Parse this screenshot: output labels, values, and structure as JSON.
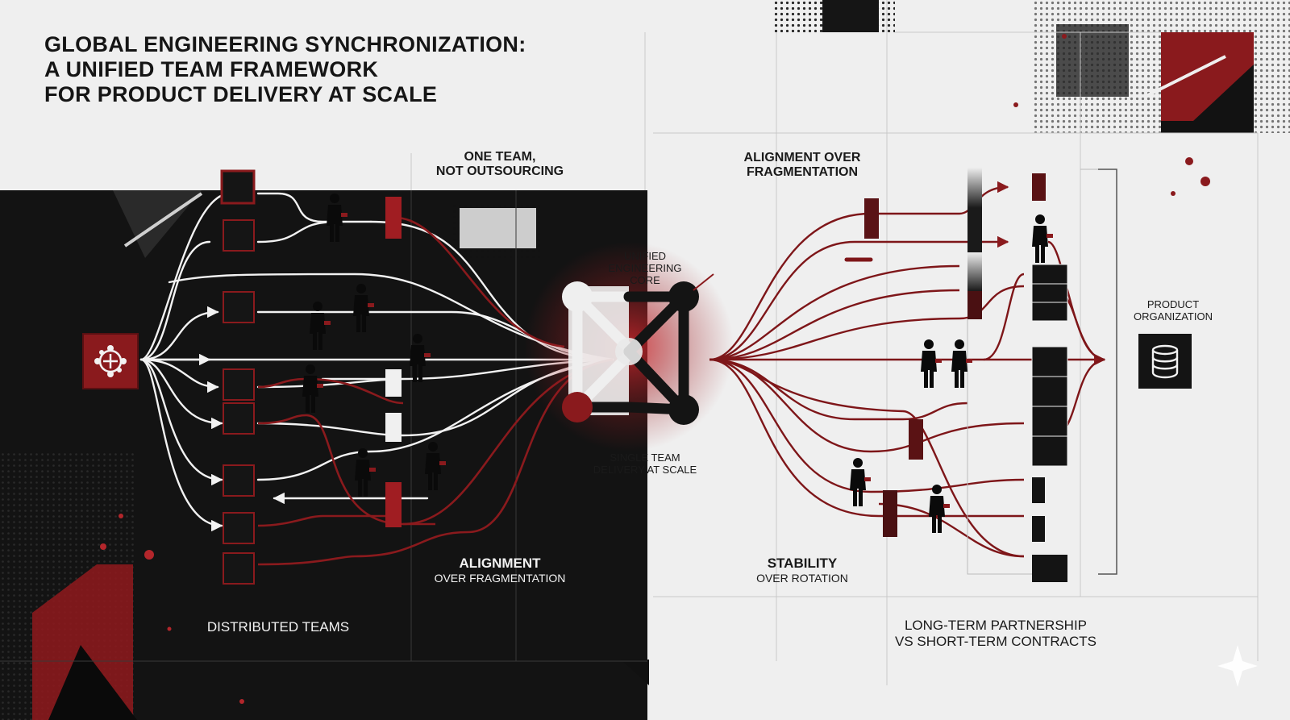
{
  "title": {
    "line1": "GLOBAL ENGINEERING SYNCHRONIZATION:",
    "line2": "A UNIFIED TEAM FRAMEWORK",
    "line3": "FOR PRODUCT DELIVERY AT SCALE"
  },
  "labels": {
    "one_team_l1": "ONE TEAM,",
    "one_team_l2": "NOT OUTSOURCING",
    "align_top_l1": "ALIGNMENT OVER",
    "align_top_l2": "FRAGMENTATION",
    "core_l1": "UNIFIED",
    "core_l2": "ENGINEERING",
    "core_l3": "CORE",
    "single_l1": "SINGLE TEAM",
    "single_l2": "DELIVERY AT SCALE",
    "product_l1": "PRODUCT",
    "product_l2": "ORGANIZATION",
    "align_bottom_l1": "ALIGNMENT",
    "align_bottom_l2": "OVER FRAGMENTATION",
    "stability_l1": "STABILITY",
    "stability_l2": "OVER ROTATION",
    "distributed": "DISTRIBUTED TEAMS",
    "partnership_l1": "LONG-TERM PARTNERSHIP",
    "partnership_l2": "VS SHORT-TERM CONTRACTS"
  },
  "icons": {
    "source": "network-node-icon",
    "target": "database-icon",
    "people": "person-silhouette-icon"
  },
  "colors": {
    "dark_bg": "#131313",
    "light_bg": "#efefef",
    "accent_red": "#8a1a1d",
    "bright_red": "#b3262b",
    "white_line": "#f2f2f2"
  }
}
